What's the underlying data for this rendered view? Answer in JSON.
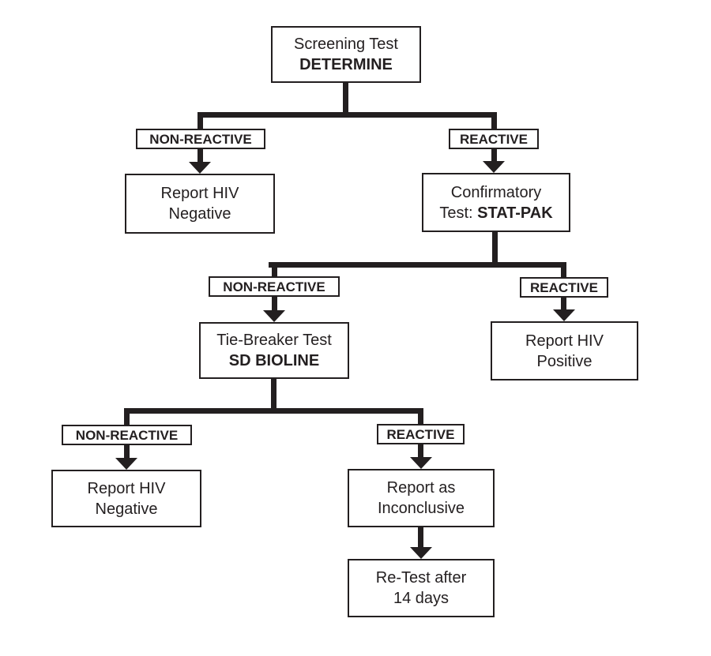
{
  "colors": {
    "ink": "#231f20",
    "background": "#ffffff"
  },
  "nodes": {
    "screening": {
      "line1": "Screening Test",
      "line2": "DETERMINE"
    },
    "report_negative_top": {
      "line1": "Report HIV",
      "line2": "Negative"
    },
    "confirmatory": {
      "line1": "Confirmatory",
      "line2_prefix": "Test: ",
      "line2_bold": "STAT-PAK"
    },
    "tie_breaker": {
      "line1": "Tie-Breaker Test",
      "line2": "SD BIOLINE"
    },
    "report_positive": {
      "line1": "Report HIV",
      "line2": "Positive"
    },
    "report_negative_bottom": {
      "line1": "Report HIV",
      "line2": "Negative"
    },
    "report_inconclusive": {
      "line1": "Report as",
      "line2": "Inconclusive"
    },
    "retest": {
      "line1": "Re-Test after",
      "line2": "14 days"
    }
  },
  "branch_labels": {
    "tier1_left": "NON-REACTIVE",
    "tier1_right": "REACTIVE",
    "tier2_left": "NON-REACTIVE",
    "tier2_right": "REACTIVE",
    "tier3_left": "NON-REACTIVE",
    "tier3_right": "REACTIVE"
  }
}
